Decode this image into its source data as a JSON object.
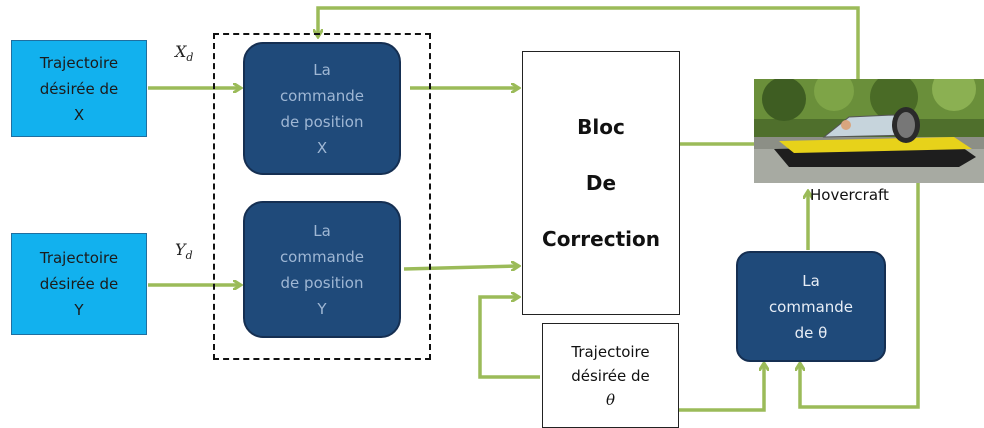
{
  "blocks": {
    "traj_x": [
      "Trajectoire",
      "désirée de",
      "X"
    ],
    "traj_y": [
      "Trajectoire",
      "désirée de",
      "Y"
    ],
    "cmd_x": [
      "La",
      "commande",
      "de position",
      "X"
    ],
    "cmd_y": [
      "La",
      "commande",
      "de position",
      "Y"
    ],
    "bloc_correction": [
      "Bloc",
      "De",
      "Correction"
    ],
    "traj_theta": [
      "Trajectoire",
      "désirée de",
      "θ"
    ],
    "cmd_theta": [
      "La",
      "commande",
      "de θ"
    ]
  },
  "signals": {
    "xd_main": "X",
    "xd_sub": "d",
    "yd_main": "Y",
    "yd_sub": "d"
  },
  "hovercraft_label": "Hovercraft",
  "colors": {
    "arrow": "#9bbb59",
    "cyan_block": "#12b1ee",
    "navy_block": "#1f4a7a"
  }
}
